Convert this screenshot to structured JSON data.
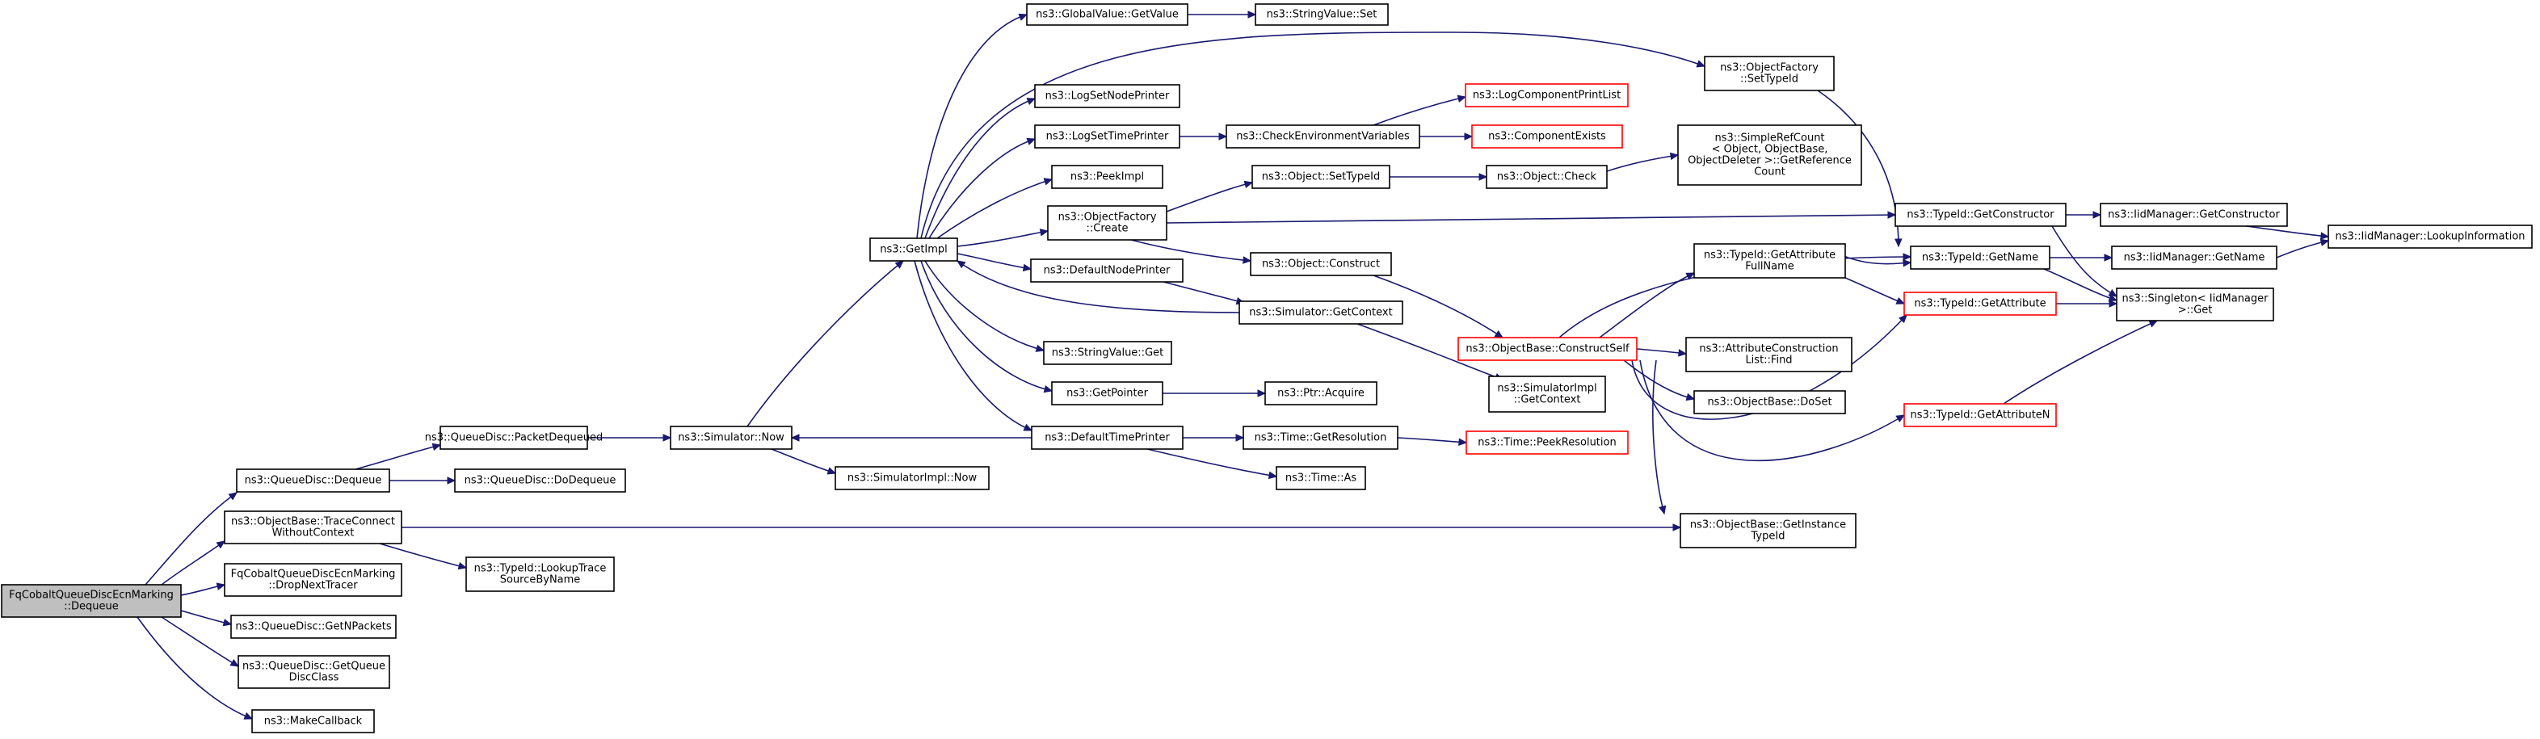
{
  "nodes": {
    "root": [
      "FqCobaltQueueDiscEcnMarking",
      "::Dequeue"
    ],
    "qd_dequeue": [
      "ns3::QueueDisc::Dequeue"
    ],
    "trace_connect": [
      "ns3::ObjectBase::TraceConnect",
      "WithoutContext"
    ],
    "drop_next_tracer": [
      "FqCobaltQueueDiscEcnMarking",
      "::DropNextTracer"
    ],
    "get_npackets": [
      "ns3::QueueDisc::GetNPackets"
    ],
    "get_queue_disc_class": [
      "ns3::QueueDisc::GetQueue",
      "DiscClass"
    ],
    "make_callback": [
      "ns3::MakeCallback"
    ],
    "packet_dequeued": [
      "ns3::QueueDisc::PacketDequeued"
    ],
    "do_dequeue": [
      "ns3::QueueDisc::DoDequeue"
    ],
    "lookup_trace": [
      "ns3::TypeId::LookupTrace",
      "SourceByName"
    ],
    "sim_now": [
      "ns3::Simulator::Now"
    ],
    "simimpl_now": [
      "ns3::SimulatorImpl::Now"
    ],
    "get_impl": [
      "ns3::GetImpl"
    ],
    "global_get_value": [
      "ns3::GlobalValue::GetValue"
    ],
    "string_value_set": [
      "ns3::StringValue::Set"
    ],
    "log_set_node_printer": [
      "ns3::LogSetNodePrinter"
    ],
    "log_set_time_printer": [
      "ns3::LogSetTimePrinter"
    ],
    "peek_impl": [
      "ns3::PeekImpl"
    ],
    "object_factory_create": [
      "ns3::ObjectFactory",
      "::Create"
    ],
    "default_node_printer": [
      "ns3::DefaultNodePrinter"
    ],
    "string_value_get": [
      "ns3::StringValue::Get"
    ],
    "get_pointer": [
      "ns3::GetPointer"
    ],
    "default_time_printer": [
      "ns3::DefaultTimePrinter"
    ],
    "check_env_vars": [
      "ns3::CheckEnvironmentVariables"
    ],
    "object_set_type_id": [
      "ns3::Object::SetTypeId"
    ],
    "object_construct": [
      "ns3::Object::Construct"
    ],
    "sim_get_context": [
      "ns3::Simulator::GetContext"
    ],
    "ptr_acquire": [
      "ns3::Ptr::Acquire"
    ],
    "time_get_resolution": [
      "ns3::Time::GetResolution"
    ],
    "time_as": [
      "ns3::Time::As"
    ],
    "log_component_print_list": [
      "ns3::LogComponentPrintList"
    ],
    "component_exists": [
      "ns3::ComponentExists"
    ],
    "object_check": [
      "ns3::Object::Check"
    ],
    "simple_ref_count": [
      "ns3::SimpleRefCount",
      "< Object, ObjectBase,",
      "ObjectDeleter >::GetReference",
      "Count"
    ],
    "construct_self": [
      "ns3::ObjectBase::ConstructSelf"
    ],
    "simimpl_get_context": [
      "ns3::SimulatorImpl",
      "::GetContext"
    ],
    "time_peek_resolution": [
      "ns3::Time::PeekResolution"
    ],
    "object_factory_set_type_id": [
      "ns3::ObjectFactory",
      "::SetTypeId"
    ],
    "typeid_get_attr_full_name": [
      "ns3::TypeId::GetAttribute",
      "FullName"
    ],
    "attr_construction_list_find": [
      "ns3::AttributeConstruction",
      "List::Find"
    ],
    "object_base_do_set": [
      "ns3::ObjectBase::DoSet"
    ],
    "get_instance_type_id": [
      "ns3::ObjectBase::GetInstance",
      "TypeId"
    ],
    "typeid_get_constructor": [
      "ns3::TypeId::GetConstructor"
    ],
    "typeid_get_name": [
      "ns3::TypeId::GetName"
    ],
    "typeid_get_attribute": [
      "ns3::TypeId::GetAttribute"
    ],
    "typeid_get_attribute_n": [
      "ns3::TypeId::GetAttributeN"
    ],
    "iid_get_constructor": [
      "ns3::IidManager::GetConstructor"
    ],
    "iid_get_name": [
      "ns3::IidManager::GetName"
    ],
    "singleton_get": [
      "ns3::Singleton< IidManager",
      ">::Get"
    ],
    "iid_lookup_information": [
      "ns3::IidManager::LookupInformation"
    ]
  },
  "colors": {
    "edge": "#191970",
    "node_border": "#000000",
    "external_node_border": "#ff0000",
    "root_fill": "#bfbfbf",
    "background": "#ffffff"
  }
}
